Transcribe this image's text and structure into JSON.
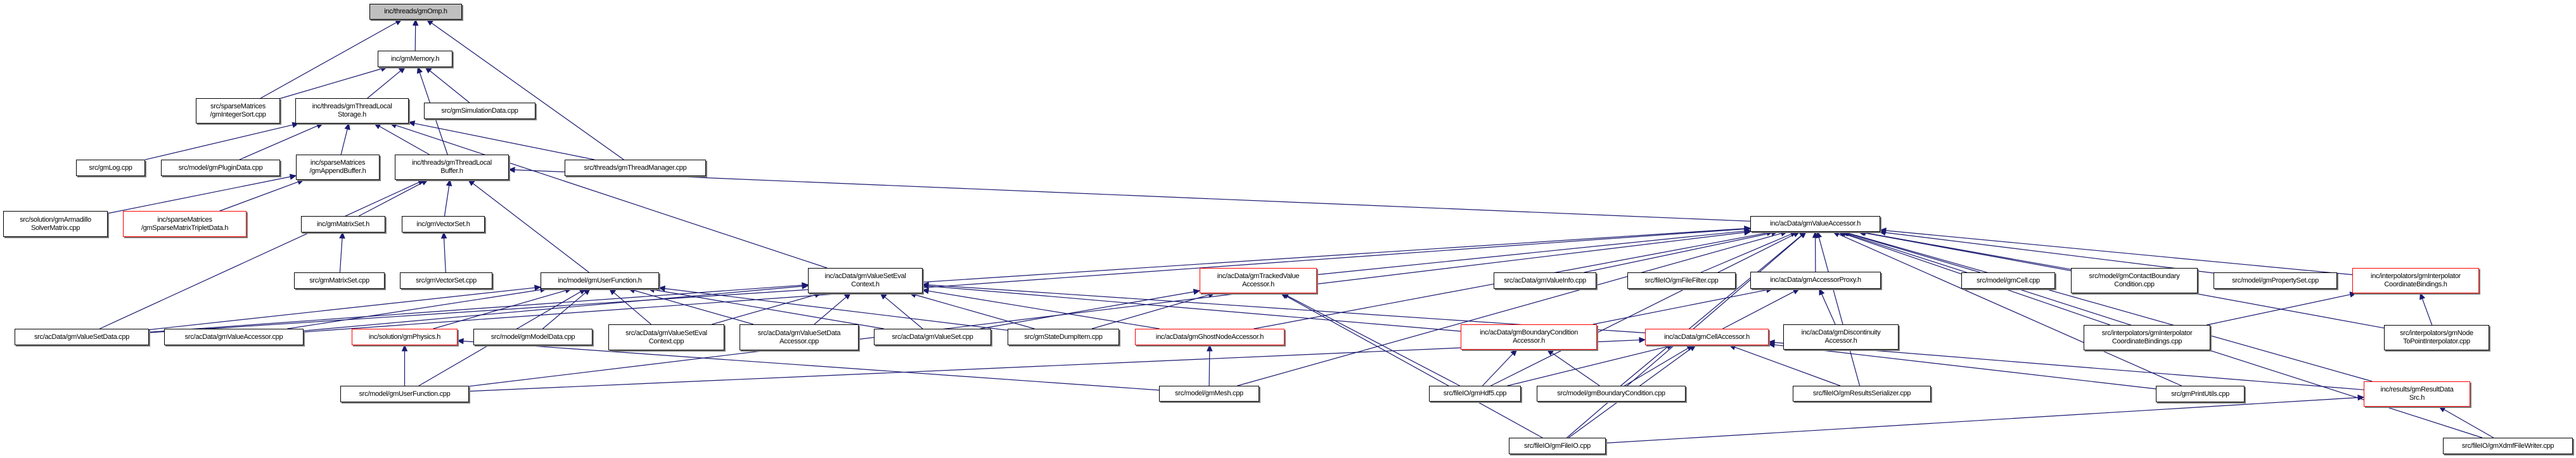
{
  "title": "inc/threads/gmOmp.h",
  "colors": {
    "edge": "#191970",
    "normal_border": "#000000",
    "incomplete_border": "#ff0000",
    "root_fill": "#bfbfbf"
  },
  "nodes": [
    {
      "id": "omp",
      "label": "inc/threads/gmOmp.h",
      "root": true
    },
    {
      "id": "memory",
      "label": "inc/gmMemory.h"
    },
    {
      "id": "intsort",
      "label": "src/sparseMatrices\n/gmIntegerSort.cpp"
    },
    {
      "id": "tls",
      "label": "inc/threads/gmThreadLocal\nStorage.h"
    },
    {
      "id": "simdata",
      "label": "src/gmSimulationData.cpp"
    },
    {
      "id": "log",
      "label": "src/gmLog.cpp"
    },
    {
      "id": "plugin",
      "label": "src/model/gmPluginData.cpp"
    },
    {
      "id": "append",
      "label": "inc/sparseMatrices\n/gmAppendBuffer.h"
    },
    {
      "id": "tlb",
      "label": "inc/threads/gmThreadLocal\nBuffer.h"
    },
    {
      "id": "threadmgr",
      "label": "src/threads/gmThreadManager.cpp"
    },
    {
      "id": "armadillo",
      "label": "src/solution/gmArmadillo\nSolverMatrix.cpp"
    },
    {
      "id": "triplet",
      "label": "inc/sparseMatrices\n/gmSparseMatrixTripletData.h",
      "incomplete": true
    },
    {
      "id": "matrixseth",
      "label": "inc/gmMatrixSet.h"
    },
    {
      "id": "vectorseth",
      "label": "inc/gmVectorSet.h"
    },
    {
      "id": "matrixsetcpp",
      "label": "src/gmMatrixSet.cpp"
    },
    {
      "id": "vectorsetcpp",
      "label": "src/gmVectorSet.cpp"
    },
    {
      "id": "valueaccessorh",
      "label": "inc/acData/gmValueAccessor.h"
    },
    {
      "id": "userfunch",
      "label": "inc/model/gmUserFunction.h"
    },
    {
      "id": "evalctxh",
      "label": "inc/acData/gmValueSetEval\nContext.h"
    },
    {
      "id": "trackedh",
      "label": "inc/acData/gmTrackedValue\nAccessor.h",
      "incomplete": true
    },
    {
      "id": "valueinfo",
      "label": "src/acData/gmValueInfo.cpp"
    },
    {
      "id": "filefilter",
      "label": "src/fileIO/gmFileFilter.cpp"
    },
    {
      "id": "proxyh",
      "label": "inc/acData/gmAccessorProxy.h"
    },
    {
      "id": "cellcpp",
      "label": "src/model/gmCell.cpp"
    },
    {
      "id": "contactbc",
      "label": "src/model/gmContactBoundary\nCondition.cpp"
    },
    {
      "id": "propset",
      "label": "src/model/gmPropertySet.cpp"
    },
    {
      "id": "interph",
      "label": "inc/interpolators/gmInterpolator\nCoordinateBindings.h",
      "incomplete": true
    },
    {
      "id": "valuesetdata",
      "label": "src/acData/gmValueSetData.cpp"
    },
    {
      "id": "valueaccessorcpp",
      "label": "src/acData/gmValueAccessor.cpp"
    },
    {
      "id": "physicsh",
      "label": "inc/solution/gmPhysics.h",
      "incomplete": true
    },
    {
      "id": "modeldata",
      "label": "src/model/gmModelData.cpp"
    },
    {
      "id": "evalctxcpp",
      "label": "src/acData/gmValueSetEval\nContext.cpp"
    },
    {
      "id": "vsdaccessor",
      "label": "src/acData/gmValueSetData\nAccessor.cpp"
    },
    {
      "id": "valueset",
      "label": "src/acData/gmValueSet.cpp"
    },
    {
      "id": "statedump",
      "label": "src/gmStateDumpItem.cpp"
    },
    {
      "id": "ghosth",
      "label": "inc/acData/gmGhostNodeAccessor.h",
      "incomplete": true
    },
    {
      "id": "bcaccessorh",
      "label": "inc/acData/gmBoundaryCondition\nAccessor.h",
      "incomplete": true
    },
    {
      "id": "cellaccessorh",
      "label": "inc/acData/gmCellAccessor.h",
      "incomplete": true
    },
    {
      "id": "discontinuityh",
      "label": "inc/acData/gmDiscontinuity\nAccessor.h"
    },
    {
      "id": "interpcpp",
      "label": "src/interpolators/gmInterpolator\nCoordinateBindings.cpp"
    },
    {
      "id": "nodetopoint",
      "label": "src/interpolators/gmNode\nToPointInterpolator.cpp"
    },
    {
      "id": "userfunccpp",
      "label": "src/model/gmUserFunction.cpp"
    },
    {
      "id": "mesh",
      "label": "src/model/gmMesh.cpp"
    },
    {
      "id": "hdf5",
      "label": "src/fileIO/gmHdf5.cpp"
    },
    {
      "id": "bccpp",
      "label": "src/model/gmBoundaryCondition.cpp"
    },
    {
      "id": "serializer",
      "label": "src/fileIO/gmResultsSerializer.cpp"
    },
    {
      "id": "printutils",
      "label": "src/gmPrintUtils.cpp"
    },
    {
      "id": "resultsrc",
      "label": "inc/results/gmResultData\nSrc.h",
      "incomplete": true
    },
    {
      "id": "fileio",
      "label": "src/fileIO/gmFileIO.cpp"
    },
    {
      "id": "xdmf",
      "label": "src/fileIO/gmXdmfFileWriter.cpp"
    }
  ],
  "edges": [
    [
      "memory",
      "omp"
    ],
    [
      "intsort",
      "omp"
    ],
    [
      "threadmgr",
      "omp"
    ],
    [
      "intsort",
      "memory"
    ],
    [
      "tls",
      "memory"
    ],
    [
      "simdata",
      "memory"
    ],
    [
      "tlb",
      "memory"
    ],
    [
      "log",
      "tls"
    ],
    [
      "plugin",
      "tls"
    ],
    [
      "append",
      "tls"
    ],
    [
      "tlb",
      "tls"
    ],
    [
      "threadmgr",
      "tls"
    ],
    [
      "evalctxh",
      "tls"
    ],
    [
      "armadillo",
      "append"
    ],
    [
      "triplet",
      "append"
    ],
    [
      "matrixseth",
      "tlb"
    ],
    [
      "vectorseth",
      "tlb"
    ],
    [
      "userfunch",
      "tlb"
    ],
    [
      "valuesetdata",
      "tlb"
    ],
    [
      "valueaccessorh",
      "tlb"
    ],
    [
      "matrixsetcpp",
      "matrixseth"
    ],
    [
      "vectorsetcpp",
      "vectorseth"
    ],
    [
      "valuesetdata",
      "userfunch"
    ],
    [
      "valueaccessorcpp",
      "userfunch"
    ],
    [
      "physicsh",
      "userfunch"
    ],
    [
      "modeldata",
      "userfunch"
    ],
    [
      "evalctxcpp",
      "userfunch"
    ],
    [
      "vsdaccessor",
      "userfunch"
    ],
    [
      "valueset",
      "userfunch"
    ],
    [
      "statedump",
      "userfunch"
    ],
    [
      "userfunccpp",
      "userfunch"
    ],
    [
      "valuesetdata",
      "evalctxh"
    ],
    [
      "valueaccessorcpp",
      "evalctxh"
    ],
    [
      "evalctxcpp",
      "evalctxh"
    ],
    [
      "vsdaccessor",
      "evalctxh"
    ],
    [
      "valueset",
      "evalctxh"
    ],
    [
      "statedump",
      "evalctxh"
    ],
    [
      "ghosth",
      "evalctxh"
    ],
    [
      "bcaccessorh",
      "evalctxh"
    ],
    [
      "cellaccessorh",
      "evalctxh"
    ],
    [
      "valueset",
      "trackedh"
    ],
    [
      "statedump",
      "trackedh"
    ],
    [
      "hdf5",
      "trackedh"
    ],
    [
      "fileio",
      "trackedh"
    ],
    [
      "valuesetdata",
      "valueaccessorh"
    ],
    [
      "valueaccessorcpp",
      "valueaccessorh"
    ],
    [
      "trackedh",
      "valueaccessorh"
    ],
    [
      "ghosth",
      "valueaccessorh"
    ],
    [
      "valueinfo",
      "valueaccessorh"
    ],
    [
      "filefilter",
      "valueaccessorh"
    ],
    [
      "proxyh",
      "valueaccessorh"
    ],
    [
      "cellcpp",
      "valueaccessorh"
    ],
    [
      "contactbc",
      "valueaccessorh"
    ],
    [
      "propset",
      "valueaccessorh"
    ],
    [
      "interph",
      "valueaccessorh"
    ],
    [
      "interpcpp",
      "valueaccessorh"
    ],
    [
      "nodetopoint",
      "valueaccessorh"
    ],
    [
      "mesh",
      "valueaccessorh"
    ],
    [
      "hdf5",
      "valueaccessorh"
    ],
    [
      "bccpp",
      "valueaccessorh"
    ],
    [
      "serializer",
      "valueaccessorh"
    ],
    [
      "printutils",
      "valueaccessorh"
    ],
    [
      "resultsrc",
      "valueaccessorh"
    ],
    [
      "fileio",
      "valueaccessorh"
    ],
    [
      "xdmf",
      "valueaccessorh"
    ],
    [
      "userfunccpp",
      "valueaccessorh"
    ],
    [
      "bcaccessorh",
      "proxyh"
    ],
    [
      "cellaccessorh",
      "proxyh"
    ],
    [
      "discontinuityh",
      "proxyh"
    ],
    [
      "userfunccpp",
      "physicsh"
    ],
    [
      "mesh",
      "physicsh"
    ],
    [
      "mesh",
      "ghosth"
    ],
    [
      "hdf5",
      "bcaccessorh"
    ],
    [
      "bccpp",
      "bcaccessorh"
    ],
    [
      "userfunccpp",
      "cellaccessorh"
    ],
    [
      "hdf5",
      "cellaccessorh"
    ],
    [
      "bccpp",
      "cellaccessorh"
    ],
    [
      "serializer",
      "cellaccessorh"
    ],
    [
      "printutils",
      "cellaccessorh"
    ],
    [
      "resultsrc",
      "cellaccessorh"
    ],
    [
      "fileio",
      "cellaccessorh"
    ],
    [
      "interpcpp",
      "interph"
    ],
    [
      "nodetopoint",
      "interph"
    ],
    [
      "fileio",
      "resultsrc"
    ],
    [
      "xdmf",
      "resultsrc"
    ]
  ]
}
